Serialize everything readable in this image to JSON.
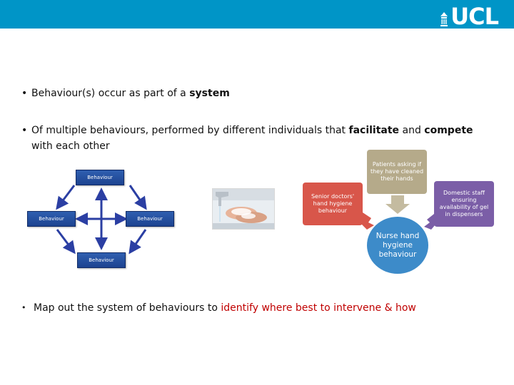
{
  "header": {
    "logo_text": "UCL",
    "brand_color": "#0095c7"
  },
  "bullets": {
    "b1": {
      "pre": "Behaviour(s) occur as part of a ",
      "bold": "system"
    },
    "b2": {
      "pre": "Of multiple behaviours, performed by different individuals that ",
      "bold1": "facilitate",
      "mid": " and ",
      "bold2": "compete",
      "post": " with each other"
    },
    "b3": {
      "pre": "Map out the system of behaviours to ",
      "red": "identify where best to intervene & how"
    }
  },
  "network": {
    "top": "Behaviour",
    "left": "Behaviour",
    "right": "Behaviour",
    "bottom": "Behaviour"
  },
  "hygiene_diagram": {
    "patients": "Patients asking if they have cleaned their hands",
    "senior": "Senior doctors' hand hygiene behaviour",
    "domestic": "Domestic staff ensuring availability of gel in dispensers",
    "nurse": "Nurse hand hygiene behaviour"
  },
  "colors": {
    "accent_red": "#c00000",
    "behaviour_box": "#2a56a8",
    "arrow": "#2b3fa3",
    "patients": "#b5aa8a",
    "senior": "#d8564a",
    "domestic": "#7b5ea7",
    "nurse": "#3d8bc9"
  }
}
